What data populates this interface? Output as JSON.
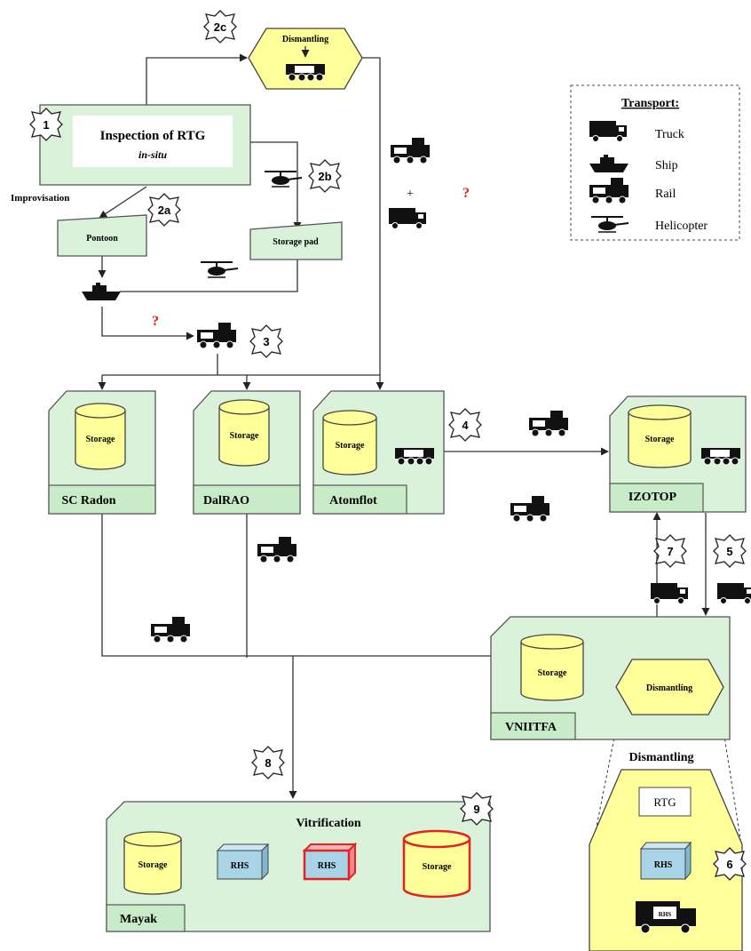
{
  "steps": {
    "s1": "1",
    "s2a": "2a",
    "s2b": "2b",
    "s2c": "2c",
    "s3": "3",
    "s4": "4",
    "s5": "5",
    "s6": "6",
    "s7": "7",
    "s8": "8",
    "s9": "9"
  },
  "inspection": {
    "title": "Inspection of RTG",
    "subtitle": "in-situ"
  },
  "improvisation_label": "Improvisation",
  "pontoon_label": "Pontoon",
  "storage_pad_label": "Storage pad",
  "dismantling_label": "Dismantling",
  "storage_label": "Storage",
  "question_mark": "?",
  "plus_sign": "+",
  "facilities": {
    "sc_radon": "SC Radon",
    "dalrao": "DalRAO",
    "atomflot": "Atomflot",
    "izotop": "IZOTOP",
    "vniitfa": "VNIITFA",
    "mayak": "Mayak"
  },
  "vitrification_label": "Vitrification",
  "rhs_label": "RHS",
  "rtg_label": "RTG",
  "dismantling_detail_title": "Dismantling",
  "legend": {
    "title": "Transport:",
    "items": [
      "Truck",
      "Ship",
      "Rail",
      "Helicopter"
    ]
  },
  "colors": {
    "facility_fill": "#d9f2d9",
    "storage_fill": "#ffff99",
    "rhs_fill": "#a9d4e8",
    "highlight": "#e32222"
  },
  "icons": [
    "truck-icon",
    "ship-icon",
    "rail-icon",
    "helicopter-icon"
  ]
}
